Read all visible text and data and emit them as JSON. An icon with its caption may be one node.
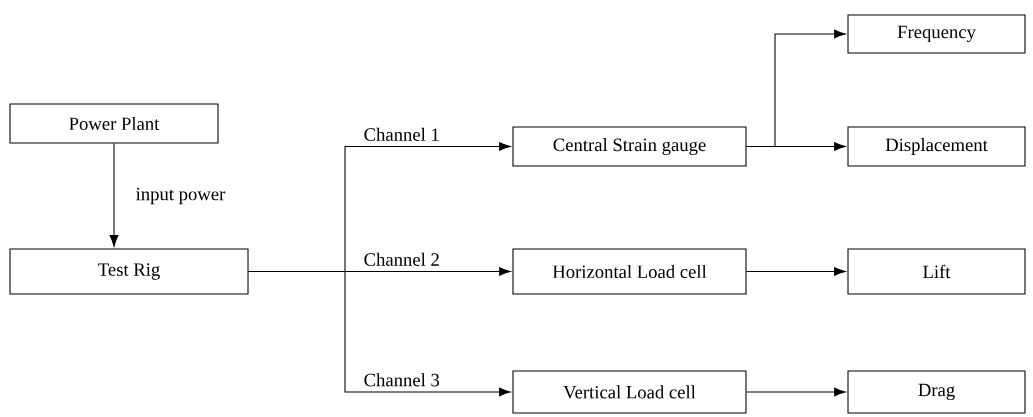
{
  "diagram": {
    "nodes": [
      {
        "text": [
          "Power Plant"
        ]
      },
      {
        "text": [
          "Test Rig"
        ]
      },
      {
        "text": [
          "Central Strain gauge"
        ]
      },
      {
        "text": [
          "Horizontal Load cell"
        ]
      },
      {
        "text": [
          "Vertical Load cell"
        ]
      },
      {
        "text": [
          "Frequency"
        ]
      },
      {
        "text": [
          "Displacement"
        ]
      },
      {
        "text": [
          "Lift"
        ]
      },
      {
        "text": [
          "Drag"
        ]
      }
    ],
    "edges": [
      {
        "from": 0,
        "to": 1,
        "arrow": "to",
        "label": "input power"
      },
      {
        "from": 1,
        "to": 2,
        "arrow": "to",
        "label": "Channel 1"
      },
      {
        "from": 1,
        "to": 3,
        "arrow": "to",
        "label": "Channel 2"
      },
      {
        "from": 1,
        "to": 4,
        "arrow": "to",
        "label": "Channel 3"
      },
      {
        "from": 2,
        "to": 5,
        "arrow": "to"
      },
      {
        "from": 2,
        "to": 6,
        "arrow": "to"
      },
      {
        "from": 3,
        "to": 7,
        "arrow": "to"
      },
      {
        "from": 4,
        "to": 8,
        "arrow": "to"
      }
    ]
  }
}
